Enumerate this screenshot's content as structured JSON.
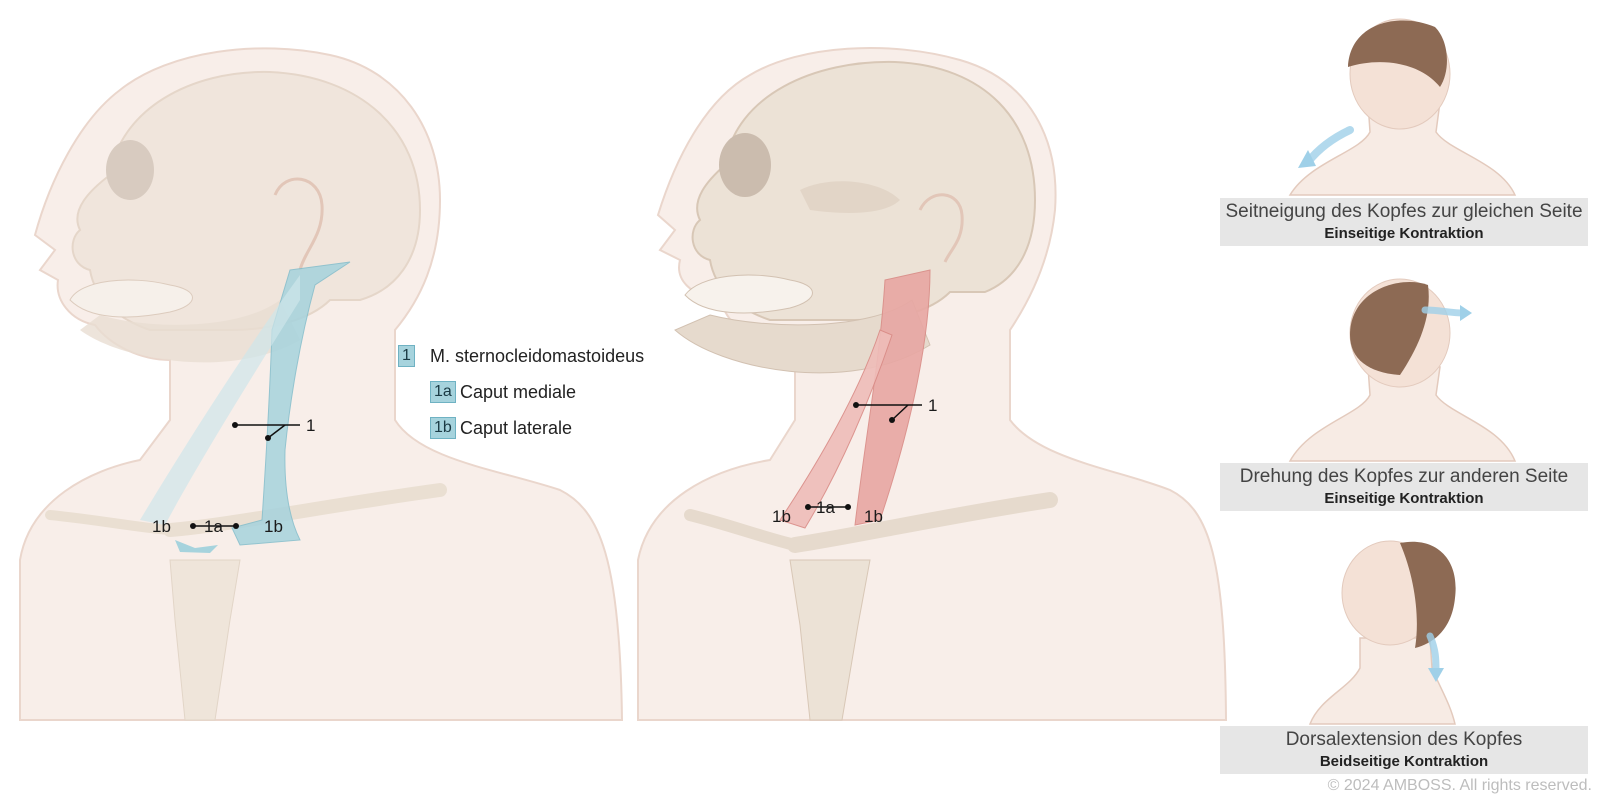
{
  "left_figure": {
    "labels": {
      "one": "1",
      "one_a": "1a",
      "one_b_left": "1b",
      "one_b_right": "1b"
    }
  },
  "legend": [
    {
      "badge": "1",
      "text": "M. sternocleidomastoideus"
    },
    {
      "badge": "1a",
      "text": "Caput mediale"
    },
    {
      "badge": "1b",
      "text": "Caput laterale"
    }
  ],
  "right_figure": {
    "labels": {
      "one": "1",
      "one_a": "1a",
      "one_b_left": "1b",
      "one_b_right": "1b"
    }
  },
  "actions": [
    {
      "title": "Seitneigung des Kopfes zur gleichen Seite",
      "subtitle": "Einseitige Kontraktion"
    },
    {
      "title": "Drehung des Kopfes zur anderen Seite",
      "subtitle": "Einseitige Kontraktion"
    },
    {
      "title": "Dorsalextension des Kopfes",
      "subtitle": "Beidseitige Kontraktion"
    }
  ],
  "copyright": "© 2024 AMBOSS. All rights reserved.",
  "colors": {
    "skin": "#f7ece6",
    "skin_outline": "#e6cfc4",
    "bone": "#ece2d6",
    "muscle_blue": "#a6d3dd",
    "muscle_red": "#e8a7a3",
    "hair": "#8d6a54",
    "arrow": "#9fd0e8"
  }
}
